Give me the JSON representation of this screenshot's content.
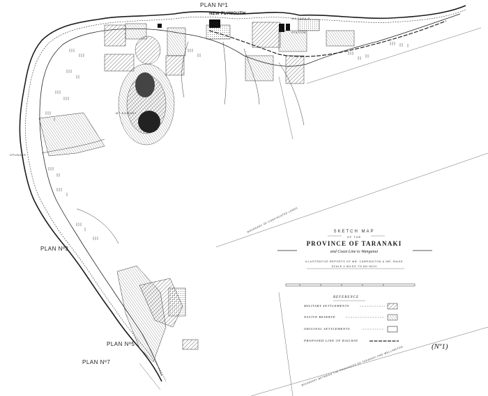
{
  "map": {
    "plan_labels": {
      "top": "PLAN Nº1",
      "left": "PLAN Nº3",
      "bottom_a": "PLAN Nº5",
      "bottom_b": "PLAN Nº7"
    },
    "places": {
      "new_plymouth": "NEW PLYMOUTH",
      "waitara": "WAITARA R.",
      "station": "STATION",
      "opunake": "OPUNAKE",
      "mt_egmont": "MT EGMONT"
    },
    "boundaries": {
      "confiscated": "BOUNDARY OF CONFISCATED LANDS",
      "provinces": "BOUNDARY BETWEEN THE PROVINCES OF TARANAKI AND WELLINGTON"
    },
    "title": {
      "line1": "SKETCH MAP",
      "line2": "OF THE",
      "line3": "PROVINCE OF TARANAKI",
      "line4": "and Coast Line to Wanganui",
      "credit": "ILLUSTRATIVE REPORTS OF MR. CARRINGTON & MR. RAIKE",
      "scale": "SCALE 4 MILES TO AN INCH"
    },
    "reference": {
      "heading": "REFERENCE",
      "items": [
        {
          "label": "MILITARY SETTLEMENTS"
        },
        {
          "label": "NATIVE RESERVE"
        },
        {
          "label": "ORIGINAL SETTLEMENTS"
        },
        {
          "label": "PROPOSED LINE OF RAILWAY"
        }
      ]
    },
    "sheet_number": "(Nº1)",
    "colors": {
      "ink": "#1a1a1a",
      "paper": "#ffffff"
    }
  }
}
